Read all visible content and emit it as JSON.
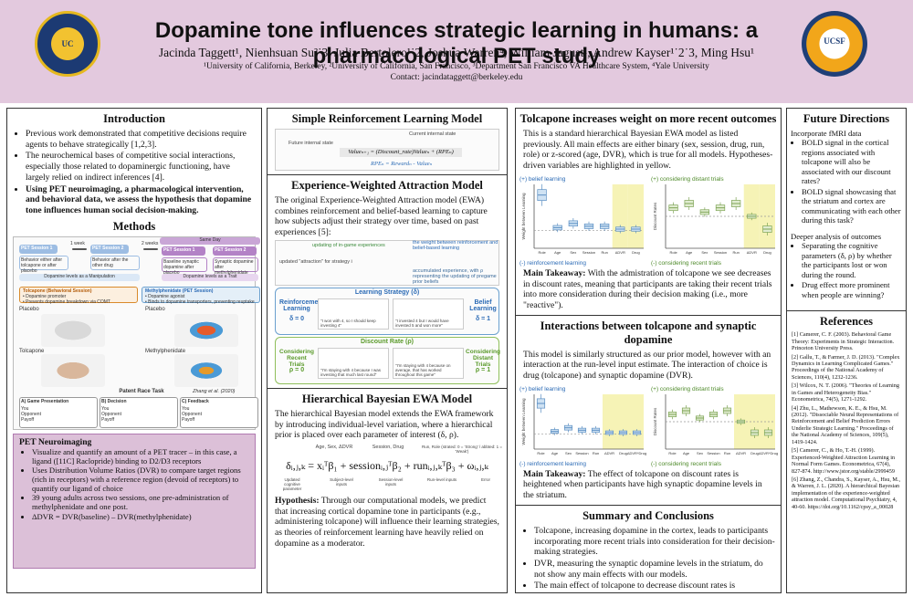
{
  "header": {
    "title": "Dopamine tone influences strategic learning in humans: a pharmacological PET study",
    "authors": "Jacinda Taggett¹, Nienhsuan Su²˙3, Julia Bertolero¹˙2, Joshua Warren⁴, William Jagust¹, Andrew Kayser¹˙2˙3, Ming Hsu¹",
    "affiliations": "¹University of California, Berkeley, ²University of California, San Francisco, ³Department San Francisco VA Healthcare System, ⁴Yale University",
    "contact": "Contact: jacindataggett@berkeley.edu",
    "logo_left_text": "UC",
    "logo_right_text": "UCSF"
  },
  "intro": {
    "title": "Introduction",
    "bullets": [
      "Previous work demonstrated that competitive decisions require agents to behave strategically [1,2,3].",
      "The neurochemical bases of competitive social interactions, especially those related to dopaminergic functioning, have largely relied on indirect inferences [4].",
      "Using PET neuroimaging, a pharmacological intervention, and behavioral data, we assess the hypothesis that dopamine tone influences human social decision-making."
    ]
  },
  "methods": {
    "title": "Methods",
    "fig": {
      "session1": "PET Session 1",
      "session1_note": "Behavior either after tolcapone or after placebo",
      "week": "1 week",
      "session2": "PET Session 2",
      "session2_note": "Behavior after the other drug",
      "weeks": "2 weeks",
      "same_day": "Same Day",
      "pet1": "PET Session 1",
      "pet1_note": "Baseline synaptic dopamine after placebo",
      "pet2": "PET Session 2",
      "pet2_note": "Synaptic dopamine after methylphenidate",
      "manip": "Dopamine levels as a Manipulation",
      "trait": "Dopamine levels as a Trait",
      "tolcapone_head": "Tolcapone (Behavioral Session)",
      "tolcapone_l1": "• Dopamine promoter",
      "tolcapone_l2": "• Prevents dopamine breakdown via COMT",
      "mph_head": "Methylphenidate (PET Session)",
      "mph_l1": "• Dopamine agonist",
      "mph_l2": "• Binds to dopamine transporters, preventing reuptake",
      "placebo": "Placebo",
      "tolcapone": "Tolcapone",
      "placebo2": "Placebo",
      "methylphenidate": "Methylphenidate",
      "task_title": "Patent Race Task",
      "task_cite": "Zhang et al. (2020)",
      "panel_a": "A) Game Presentation",
      "panel_b": "B) Decision",
      "panel_c": "C) Feedback",
      "you": "You",
      "opponent": "Opponent",
      "payoff": "Payoff"
    },
    "pet": {
      "heading": "PET Neuroimaging",
      "bullets": [
        "Visualize and quantify an amount of a PET tracer – in this case, a ligand ([11C] Raclopride) binding to D2/D3 receptors",
        "Uses Distribution Volume Ratios (DVR) to compare target regions (rich in receptors) with a reference region (devoid of receptors) to quantify our ligand of choice",
        "39 young adults across two sessions, one pre-administration of methylphenidate and one post.",
        "ΔDVR = DVR(baseline) – DVR(methylphenidate)"
      ]
    }
  },
  "rl": {
    "title": "Simple Reinforcement Learning Model",
    "future_label": "Future internal state",
    "current_label": "Current internal state",
    "equation": "Valueₙ₊₁ = (Discount_rate)Valueₙ + (RPEₙ)",
    "rpe": "RPEₙ = Rewardₙ - Valueₙ"
  },
  "ewa": {
    "title": "Experience-Weighted Attraction Model",
    "text": "The original Experience-Weighted Attraction model (EWA) combines reinforcement and belief-based learning to capture how subjects adjust their strategy over time, based on past experiences [5]:",
    "updating_label": "updating of in-game experiences",
    "weight_label": "the weight between reinforcement and belief-based learning",
    "attraction_label": "updated \"attraction\" for strategy i",
    "accum_label": "accumulated experience, with ρ representing the updating of pregame prior beliefs",
    "strategy_title": "Learning Strategy (δ)",
    "rl_label": "Reinforcement Learning",
    "rl_val": "δ = 0",
    "belief_label": "Belief Learning",
    "belief_val": "δ = 1",
    "quote1": "\"I won with 4, so I should keep investing 4\"",
    "quote2": "\"I invested 4 but I would have invested 5 and won more\"",
    "discount_title": "Discount Rate (ρ)",
    "recent_label": "Considering Recent Trials",
    "recent_val": "ρ = 0",
    "distant_label": "Considering Distant Trials",
    "distant_val": "ρ = 1",
    "quote3": "\"I'm staying with 4 because I was investing that much last round\"",
    "quote4": "\"I'm staying with 4 because on average, that has worked throughout this game\""
  },
  "hb": {
    "title": "Hierarchical Bayesian EWA Model",
    "text": "The hierarchical Bayesian model extends the EWA framework by introducing individual-level variation, where a hierarchical prior is placed over each parameter of interest (δ, ρ).",
    "label_age": "Age, Sex, ΔDVR",
    "label_session": "Session, Drug",
    "label_run": "Run, Role (strated: 0 = 'Strong' / abbted: 1 = 'Weak')",
    "formula": "δᵢ,ⱼ,ₖ = xᵢᵀβ₁ + sessionᵢ,ⱼᵀβ₂ + runᵢ,ⱼ,ₖᵀβ₃ + ωᵢ,ⱼ,ₖ",
    "sub1": "Updated cognitive parameter",
    "sub2": "Subject-level inputs",
    "sub3": "Session-level inputs",
    "sub4": "Run-level inputs",
    "sub5": "Error",
    "hyp_label": "Hypothesis:",
    "hyp_text": " Through our computational models, we predict that increasing cortical dopamine tone in participants (e.g., administering tolcapone) will influence their learning strategies, as theories of reinforcement learning have heavily relied on dopamine as a moderator."
  },
  "results1": {
    "title": "Tolcapone increases weight on more recent outcomes",
    "text": "This is a standard hierarchical Bayesian EWA model as listed previously. All main effects are either binary (sex, session, drug, run, role) or z-scored (age, DVR), which is true for all models. Hypotheses-driven variables are highlighted in yellow.",
    "takeaway_label": "Main Takeaway:",
    "takeaway": " With the admistration of tolcapone we see decreases in discount rates, meaning that participants are taking their recent trials into more consideration during their decision making (i.e., more \"reactive\")."
  },
  "results2": {
    "title": "Interactions between tolcapone and synaptic dopamine",
    "text": "This model is similarly structured as our prior model, however with an interaction at the run-level input estimate. The interaction of choice is drug (tolcapone) and synaptic dopamine (DVR).",
    "takeaway_label": "Main Takeaway:",
    "takeaway": " The effect of tolcapone on discount rates is heightened when participants have high synaptic dopamine levels in the striatum."
  },
  "summary": {
    "title": "Summary and Conclusions",
    "bullets": [
      "Tolcapone, increasing dopamine in the cortex, leads to participants incorporating more recent trials into consideration for their decision-making strategies.",
      "DVR, measuring the synaptic dopamine levels in the striatum, do not show any main effects with our models.",
      "The main effect of tolcapone to decrease discount rates is heightened when participants have high synaptic dopamine levels in the striatum, arguing for interactions between cortical and striatal dopamine tone that modulate competitive behavior."
    ]
  },
  "future": {
    "title": "Future Directions",
    "intro1": "Incorporate fMRI data",
    "bullets1": [
      "BOLD signal in the cortical regions associated with tolcapone will also be associated with our discount rates?",
      "BOLD signal showcasing that the striatum and cortex are communicating with each other during this task?"
    ],
    "intro2": "Deeper analysis of outcomes",
    "bullets2": [
      "Separating the cognitive parameters (δ, ρ) by whether the participants lost or won during the round.",
      "Drug effect more prominent when people are winning?"
    ]
  },
  "references": {
    "title": "References",
    "items": [
      "[1] Camerer, C. F. (2003). Behavioral Game Theory: Experiments in Strategic Interaction. Princeton University Press.",
      "[2] Gallu, T., & Farmer, J. D. (2013). \"Complex Dynamics in Learning Complicated Games.\" Proceedings of the National Academy of Sciences, 110(4), 1232-1236.",
      "[3] Wilcox, N. T. (2006). \"Theories of Learning in Games and Heterogeneity Bias.\" Econometrica, 74(5), 1271-1292.",
      "[4] Zhu, L., Mathewson, K. E., & Hsu, M. (2012). \"Dissociable Neural Representations of Reinforcement and Belief Prediction Errors Underlie Strategic Learning.\" Proceedings of the National Academy of Sciences, 109(5), 1419-1424.",
      "[5] Camerer, C., & Ho, T.-H. (1999). Experienced-Weighted Attraction Learning in Normal Form Games. Econometrica, 67(4), 827-874. http://www.jstor.org/stable/2999459",
      "[6] Zhang, Z., Chandra, S., Kayser, A., Hsu, M., & Warren, J. L. (2020). A hierarchical Bayesian implementation of the experience-weighted attraction model. Computational Psychiatry, 4, 40-60. https://doi.org/10.1162/cpsy_a_00028"
    ]
  },
  "chart_data": [
    {
      "type": "box",
      "panel": "belief learning",
      "caption_top": "(+) belief learning",
      "caption_bottom": "(-) reinforcement learning",
      "ylabel": "Weight between Learning",
      "categories": [
        "Role",
        "Age",
        "Sex",
        "Session",
        "Run",
        "ΔDVR",
        "Drug"
      ],
      "medians": [
        0.25,
        0.02,
        0.05,
        0.03,
        0.03,
        0.01,
        0.01
      ],
      "highlighted": [
        "ΔDVR",
        "Drug"
      ]
    },
    {
      "type": "box",
      "panel": "discount rate",
      "caption_top": "(+) considering distant trials",
      "caption_bottom": "(-) considering recent trials",
      "ylabel": "Discount Rates",
      "categories": [
        "Role",
        "Age",
        "Sex",
        "Session",
        "Run",
        "ΔDVR",
        "Drug"
      ],
      "medians": [
        0.02,
        0.03,
        0.01,
        0.02,
        0.03,
        0.0,
        -0.03
      ],
      "highlighted": [
        "ΔDVR",
        "Drug"
      ]
    },
    {
      "type": "box",
      "panel": "belief learning (interaction)",
      "caption_top": "(+) belief learning",
      "caption_bottom": "(-) reinforcement learning",
      "ylabel": "Weight between Learning",
      "categories": [
        "Role",
        "Age",
        "Sex",
        "Session",
        "Run",
        "ΔDVR",
        "Drug",
        "ΔDVR*Drug"
      ],
      "medians": [
        0.25,
        0.02,
        0.05,
        0.03,
        0.03,
        0.01,
        0.01,
        0.01
      ],
      "highlighted": [
        "ΔDVR",
        "Drug",
        "ΔDVR*Drug"
      ]
    },
    {
      "type": "box",
      "panel": "discount rate (interaction)",
      "caption_top": "(+) considering distant trials",
      "caption_bottom": "(-) considering recent trials",
      "ylabel": "Discount Rates",
      "categories": [
        "Role",
        "Age",
        "Sex",
        "Session",
        "Run",
        "ΔDVR",
        "Drug",
        "ΔDVR*Drug"
      ],
      "medians": [
        0.02,
        0.03,
        0.01,
        0.02,
        0.03,
        0.0,
        -0.03,
        -0.03
      ],
      "highlighted": [
        "ΔDVR",
        "Drug",
        "ΔDVR*Drug"
      ]
    }
  ]
}
